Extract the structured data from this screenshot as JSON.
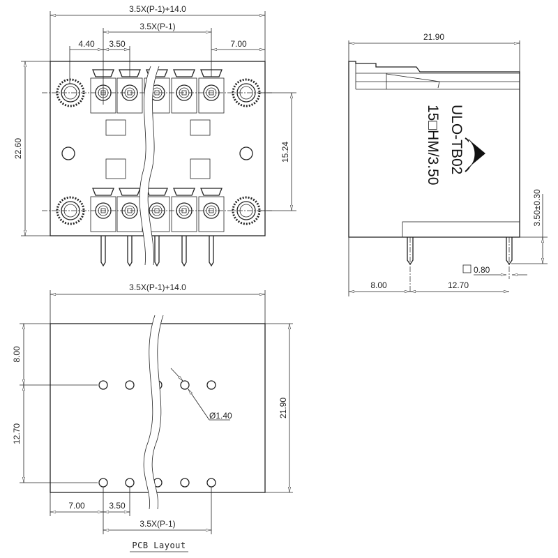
{
  "top_view": {
    "overall_width": "3.5X(P-1)+14.0",
    "pitch_span": "3.5X(P-1)",
    "flange_offset": "4.40",
    "pitch": "3.50",
    "end_offset": "7.00",
    "height": "22.60",
    "row_spacing": "15.24"
  },
  "side_view": {
    "depth": "21.90",
    "pin_length": "3.50±0.30",
    "pin_size": "0.80",
    "front_offset": "8.00",
    "row_distance": "12.70",
    "model_label": "ULO-TB02",
    "rating_label": "15□HM/3.50"
  },
  "pcb_layout": {
    "overall_width": "3.5X(P-1)+14.0",
    "depth": "21.90",
    "first_row_offset": "8.00",
    "row_distance": "12.70",
    "hole_diameter": "Ø1.40",
    "end_offset": "7.00",
    "pitch": "3.50",
    "pitch_span": "3.5X(P-1)",
    "title": "PCB Layout"
  }
}
